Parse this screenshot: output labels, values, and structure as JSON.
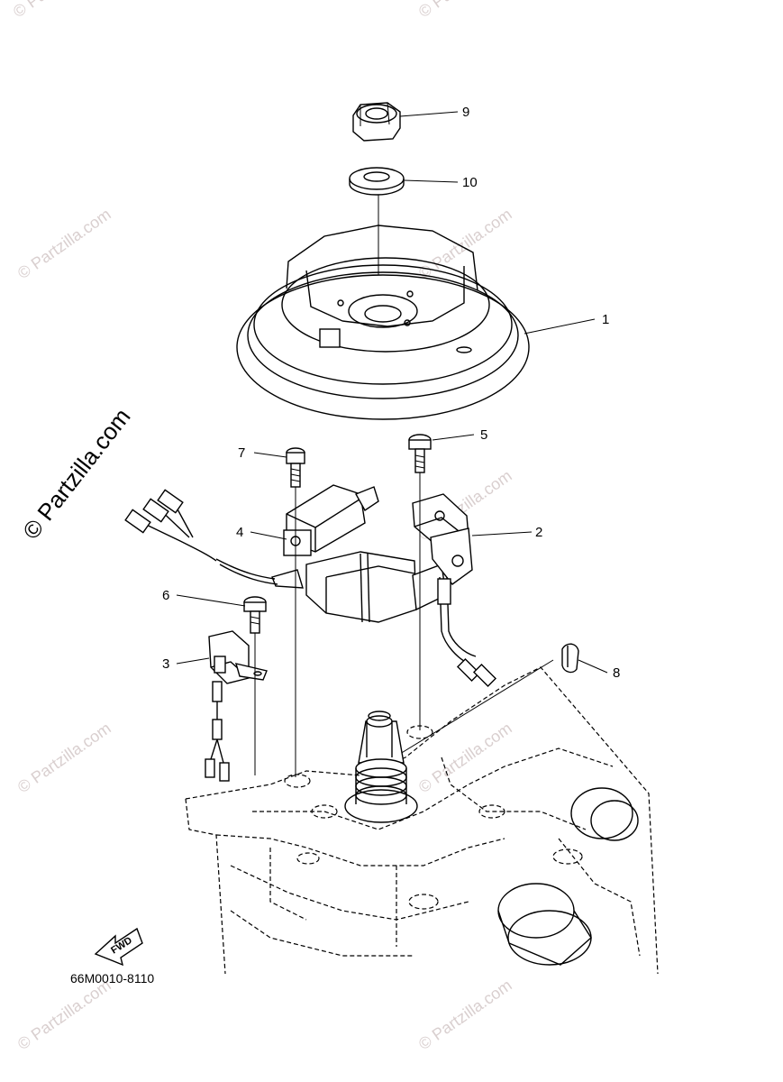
{
  "diagram": {
    "part_code": "66M0010-8110",
    "forward_label": "FWD",
    "watermark": "© Partzilla.com",
    "callouts": [
      {
        "id": "9",
        "label": "9"
      },
      {
        "id": "10",
        "label": "10"
      },
      {
        "id": "1",
        "label": "1"
      },
      {
        "id": "7",
        "label": "7"
      },
      {
        "id": "5",
        "label": "5"
      },
      {
        "id": "4",
        "label": "4"
      },
      {
        "id": "2",
        "label": "2"
      },
      {
        "id": "6",
        "label": "6"
      },
      {
        "id": "3",
        "label": "3"
      },
      {
        "id": "8",
        "label": "8"
      }
    ]
  }
}
